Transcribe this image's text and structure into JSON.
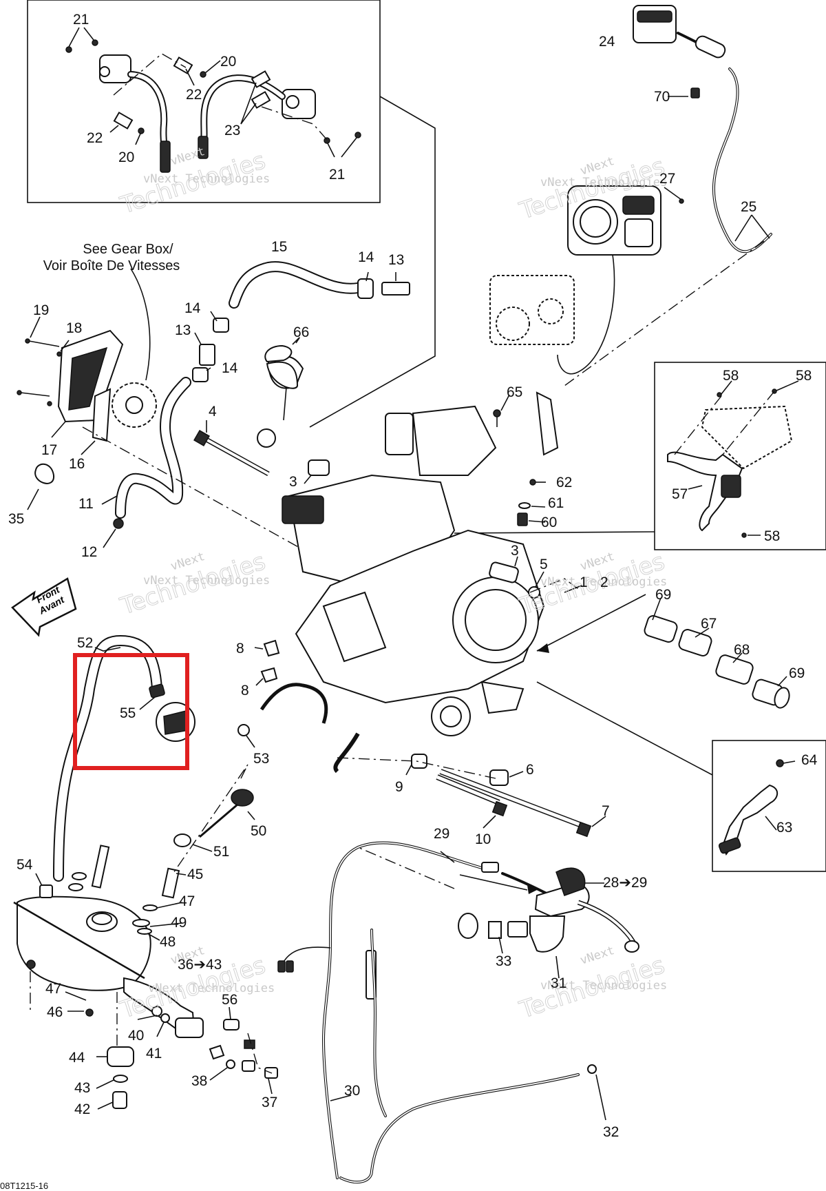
{
  "diagram": {
    "reference_code": "08T1215-16",
    "notes": {
      "gearbox": [
        "See Gear Box/",
        "Voir Boîte De Vitesses"
      ],
      "front": [
        "Front",
        "Avant"
      ]
    },
    "watermark": {
      "line1": "vNext",
      "line2": "Technologies",
      "small": "vNext Technologies"
    },
    "highlight": {
      "color": "#e02020",
      "target_part": "55"
    },
    "part_labels": [
      {
        "id": "l21a",
        "text": "21"
      },
      {
        "id": "l20a",
        "text": "20"
      },
      {
        "id": "l22a",
        "text": "22"
      },
      {
        "id": "l22b",
        "text": "22"
      },
      {
        "id": "l23",
        "text": "23"
      },
      {
        "id": "l20b",
        "text": "20"
      },
      {
        "id": "l21b",
        "text": "21"
      },
      {
        "id": "l24",
        "text": "24"
      },
      {
        "id": "l70",
        "text": "70"
      },
      {
        "id": "l27",
        "text": "27"
      },
      {
        "id": "l25",
        "text": "25"
      },
      {
        "id": "l15",
        "text": "15"
      },
      {
        "id": "l14a",
        "text": "14"
      },
      {
        "id": "l13a",
        "text": "13"
      },
      {
        "id": "l14b",
        "text": "14"
      },
      {
        "id": "l13b",
        "text": "13"
      },
      {
        "id": "l14c",
        "text": "14"
      },
      {
        "id": "l66",
        "text": "66"
      },
      {
        "id": "l19",
        "text": "19"
      },
      {
        "id": "l18",
        "text": "18"
      },
      {
        "id": "l17",
        "text": "17"
      },
      {
        "id": "l16",
        "text": "16"
      },
      {
        "id": "l4",
        "text": "4"
      },
      {
        "id": "l65",
        "text": "65"
      },
      {
        "id": "l58a",
        "text": "58"
      },
      {
        "id": "l58b",
        "text": "58"
      },
      {
        "id": "l57",
        "text": "57"
      },
      {
        "id": "l58c",
        "text": "58"
      },
      {
        "id": "l35",
        "text": "35"
      },
      {
        "id": "l11",
        "text": "11"
      },
      {
        "id": "l3a",
        "text": "3"
      },
      {
        "id": "l62",
        "text": "62"
      },
      {
        "id": "l61",
        "text": "61"
      },
      {
        "id": "l60",
        "text": "60"
      },
      {
        "id": "l12",
        "text": "12"
      },
      {
        "id": "l3b",
        "text": "3"
      },
      {
        "id": "l5",
        "text": "5"
      },
      {
        "id": "l1",
        "text": "1"
      },
      {
        "id": "l2",
        "text": "2"
      },
      {
        "id": "l69a",
        "text": "69"
      },
      {
        "id": "l67",
        "text": "67"
      },
      {
        "id": "l68",
        "text": "68"
      },
      {
        "id": "l69b",
        "text": "69"
      },
      {
        "id": "l52",
        "text": "52"
      },
      {
        "id": "l8a",
        "text": "8"
      },
      {
        "id": "l8b",
        "text": "8"
      },
      {
        "id": "l55",
        "text": "55"
      },
      {
        "id": "l53",
        "text": "53"
      },
      {
        "id": "l64",
        "text": "64"
      },
      {
        "id": "l9",
        "text": "9"
      },
      {
        "id": "l6",
        "text": "6"
      },
      {
        "id": "l7",
        "text": "7"
      },
      {
        "id": "l10",
        "text": "10"
      },
      {
        "id": "l50",
        "text": "50"
      },
      {
        "id": "l63",
        "text": "63"
      },
      {
        "id": "l51",
        "text": "51"
      },
      {
        "id": "l29",
        "text": "29"
      },
      {
        "id": "l54",
        "text": "54"
      },
      {
        "id": "l45",
        "text": "45"
      },
      {
        "id": "l28",
        "text": "28➔29"
      },
      {
        "id": "l47a",
        "text": "47"
      },
      {
        "id": "l49",
        "text": "49"
      },
      {
        "id": "l48",
        "text": "48"
      },
      {
        "id": "l33",
        "text": "33"
      },
      {
        "id": "l36",
        "text": "36➔43"
      },
      {
        "id": "l31",
        "text": "31"
      },
      {
        "id": "l47b",
        "text": "47"
      },
      {
        "id": "l56",
        "text": "56"
      },
      {
        "id": "l46",
        "text": "46"
      },
      {
        "id": "l40",
        "text": "40"
      },
      {
        "id": "l41",
        "text": "41"
      },
      {
        "id": "l44",
        "text": "44"
      },
      {
        "id": "l38",
        "text": "38"
      },
      {
        "id": "l37",
        "text": "37"
      },
      {
        "id": "l43",
        "text": "43"
      },
      {
        "id": "l42",
        "text": "42"
      },
      {
        "id": "l30",
        "text": "30"
      },
      {
        "id": "l32",
        "text": "32"
      }
    ]
  }
}
